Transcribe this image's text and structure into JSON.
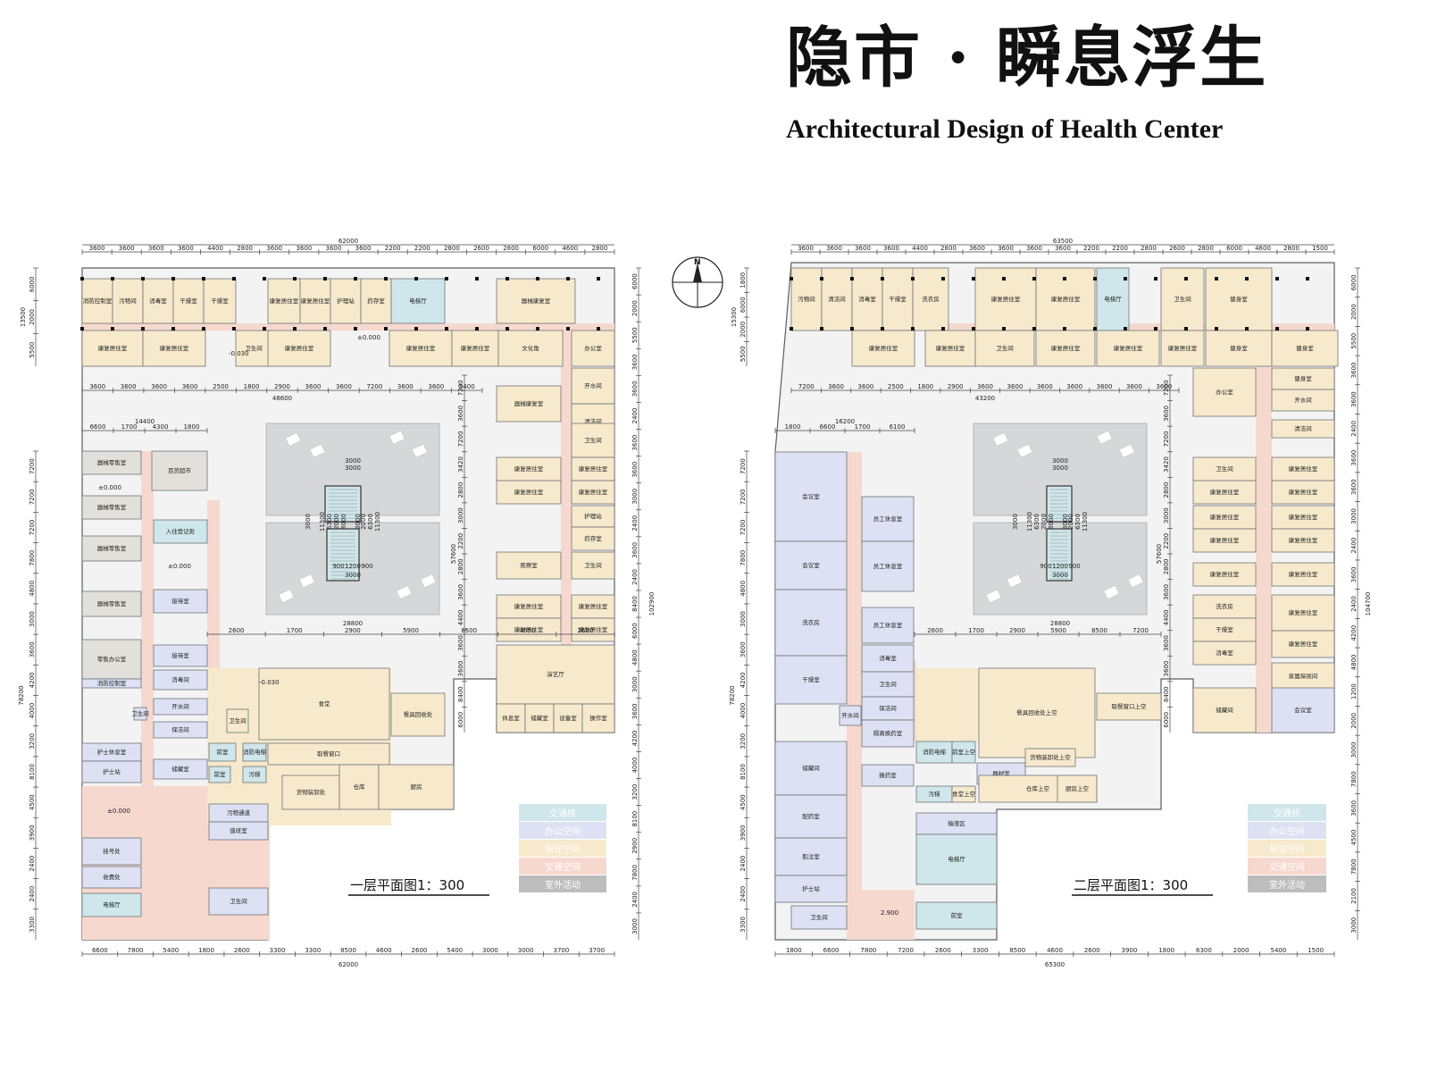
{
  "header": {
    "title_cn": "隐市 · 瞬息浮生",
    "title_en": "Architectural Design of Health Center"
  },
  "north_label": "N",
  "colors": {
    "traffic_core": "#cfe6ea",
    "office": "#dde1f3",
    "residential": "#f7e9cc",
    "circulation": "#f6d8cf",
    "outdoor": "#d9d9d9",
    "retail": "#e2e0db",
    "courtyard": "#d6d7d8"
  },
  "legend": [
    {
      "label": "交通核",
      "color": "#cfe6ea"
    },
    {
      "label": "办公空间",
      "color": "#dde1f3"
    },
    {
      "label": "居住空间",
      "color": "#f7e9cc"
    },
    {
      "label": "交通空间",
      "color": "#f6d8cf"
    },
    {
      "label": "室外活动",
      "color": "#d9d9d9"
    }
  ],
  "plans": [
    {
      "id": "floor1",
      "title": "一层平面图1：300",
      "rooms": [
        {
          "label": "消防控制室",
          "type": "residential"
        },
        {
          "label": "污物间",
          "type": "residential"
        },
        {
          "label": "消毒室",
          "type": "residential"
        },
        {
          "label": "干燥室",
          "type": "residential"
        },
        {
          "label": "干燥室",
          "type": "residential"
        },
        {
          "label": "康复居住室",
          "type": "residential"
        },
        {
          "label": "康复居住室",
          "type": "residential"
        },
        {
          "label": "护理站",
          "type": "residential"
        },
        {
          "label": "药存室",
          "type": "residential"
        },
        {
          "label": "电梯厅",
          "type": "traffic_core"
        },
        {
          "label": "器械康复室",
          "type": "residential"
        },
        {
          "label": "康复居住室",
          "type": "residential"
        },
        {
          "label": "康复居住室",
          "type": "residential"
        },
        {
          "label": "卫生间",
          "type": "residential"
        },
        {
          "label": "康复居住室",
          "type": "residential"
        },
        {
          "label": "康复居住室",
          "type": "residential"
        },
        {
          "label": "康复居住室",
          "type": "residential"
        },
        {
          "label": "文化角",
          "type": "residential"
        },
        {
          "label": "办公室",
          "type": "residential"
        },
        {
          "label": "开水间",
          "type": "residential"
        },
        {
          "label": "器械康复室",
          "type": "residential"
        },
        {
          "label": "清洁间",
          "type": "residential"
        },
        {
          "label": "卫生间",
          "type": "residential"
        },
        {
          "label": "康复居住室",
          "type": "residential"
        },
        {
          "label": "康复居住室",
          "type": "residential"
        },
        {
          "label": "康复居住室",
          "type": "residential"
        },
        {
          "label": "康复居住室",
          "type": "residential"
        },
        {
          "label": "护理站",
          "type": "residential"
        },
        {
          "label": "药存室",
          "type": "residential"
        },
        {
          "label": "观察室",
          "type": "residential"
        },
        {
          "label": "卫生间",
          "type": "residential"
        },
        {
          "label": "康复居住室",
          "type": "residential"
        },
        {
          "label": "康复居住室",
          "type": "residential"
        },
        {
          "label": "康复居住室",
          "type": "residential"
        },
        {
          "label": "康复居住室",
          "type": "residential"
        },
        {
          "label": "演艺厅",
          "type": "residential"
        },
        {
          "label": "休息室",
          "type": "residential"
        },
        {
          "label": "储藏室",
          "type": "residential"
        },
        {
          "label": "设备室",
          "type": "residential"
        },
        {
          "label": "操作室",
          "type": "residential"
        },
        {
          "label": "器械零售室",
          "type": "retail"
        },
        {
          "label": "百货超市",
          "type": "retail"
        },
        {
          "label": "器械零售室",
          "type": "retail"
        },
        {
          "label": "入住登记处",
          "type": "traffic_core"
        },
        {
          "label": "器械零售室",
          "type": "retail"
        },
        {
          "label": "器械零售室",
          "type": "retail"
        },
        {
          "label": "接待室",
          "type": "office"
        },
        {
          "label": "零售办公室",
          "type": "retail"
        },
        {
          "label": "接待室",
          "type": "office"
        },
        {
          "label": "消防控制室",
          "type": "office"
        },
        {
          "label": "消毒间",
          "type": "office"
        },
        {
          "label": "开水间",
          "type": "office"
        },
        {
          "label": "卫生间",
          "type": "office"
        },
        {
          "label": "保洁间",
          "type": "office"
        },
        {
          "label": "护士休息室",
          "type": "office"
        },
        {
          "label": "护士站",
          "type": "office"
        },
        {
          "label": "储藏室",
          "type": "office"
        },
        {
          "label": "挂号处",
          "type": "office"
        },
        {
          "label": "收费处",
          "type": "office"
        },
        {
          "label": "电梯厅",
          "type": "traffic_core"
        },
        {
          "label": "食堂",
          "type": "residential"
        },
        {
          "label": "卫生间",
          "type": "residential"
        },
        {
          "label": "前室",
          "type": "traffic_core"
        },
        {
          "label": "消防电梯",
          "type": "traffic_core"
        },
        {
          "label": "前室",
          "type": "traffic_core"
        },
        {
          "label": "污梯",
          "type": "traffic_core"
        },
        {
          "label": "取餐窗口",
          "type": "residential"
        },
        {
          "label": "餐具回收处",
          "type": "residential"
        },
        {
          "label": "货物装卸处",
          "type": "residential"
        },
        {
          "label": "仓库",
          "type": "residential"
        },
        {
          "label": "厨房",
          "type": "residential"
        },
        {
          "label": "污物通道",
          "type": "office"
        },
        {
          "label": "值班室",
          "type": "office"
        },
        {
          "label": "卫生间",
          "type": "office"
        }
      ],
      "elevations": [
        "±0.000",
        "-0.030",
        "±0.000",
        "-0.030",
        "±0.000",
        "±0.000"
      ],
      "dims_top": [
        "62000",
        "3600",
        "3600",
        "3600",
        "3600",
        "4400",
        "2800",
        "3600",
        "3600",
        "3600",
        "3600",
        "2200",
        "2200",
        "2800",
        "2600",
        "2800",
        "6000",
        "4600",
        "2800"
      ],
      "dims_mid": [
        "3600",
        "3600",
        "3600",
        "3600",
        "2500",
        "1800",
        "2900",
        "3600",
        "3600",
        "7200",
        "3600",
        "3600",
        "5400",
        "48600"
      ],
      "dims_west": [
        "14400",
        "6600",
        "1700",
        "4300",
        "1800"
      ],
      "dims_courtyard": [
        "3000",
        "3000",
        "3000",
        "6300",
        "2000",
        "3000",
        "11300",
        "6300",
        "2000",
        "3000",
        "11300",
        "900",
        "1200",
        "900",
        "3000",
        "28800"
      ],
      "dims_south_mid": [
        "2600",
        "1700",
        "2900",
        "5900",
        "8500",
        "4600",
        "2600"
      ],
      "dims_bottom": [
        "6600",
        "7800",
        "5400",
        "1800",
        "2600",
        "3300",
        "3300",
        "8500",
        "4600",
        "2600",
        "5400",
        "3000",
        "3000",
        "3700",
        "3700",
        "62000"
      ],
      "dims_left": [
        "6000",
        "2000",
        "5500",
        "13500",
        "7200",
        "7200",
        "7200",
        "7800",
        "4800",
        "3000",
        "3600",
        "4200",
        "4000",
        "3200",
        "8100",
        "4500",
        "3900",
        "2400",
        "2400",
        "3300",
        "78200"
      ],
      "dims_right": [
        "6000",
        "2000",
        "5500",
        "3600",
        "3600",
        "2400",
        "3600",
        "3600",
        "3000",
        "2400",
        "3600",
        "2400",
        "8400",
        "6000",
        "4800",
        "3000",
        "3600",
        "4200",
        "4000",
        "3200",
        "8100",
        "2900",
        "7800",
        "2400",
        "3000",
        "102900"
      ],
      "dims_inner": [
        "7200",
        "3600",
        "7200",
        "3420",
        "2800",
        "3000",
        "2200",
        "2800",
        "3600",
        "4400",
        "3600",
        "3600",
        "8400",
        "6000",
        "57600"
      ]
    },
    {
      "id": "floor2",
      "title": "二层平面图1：300",
      "rooms": [
        {
          "label": "污物间",
          "type": "residential"
        },
        {
          "label": "清洁间",
          "type": "residential"
        },
        {
          "label": "消毒室",
          "type": "residential"
        },
        {
          "label": "干燥室",
          "type": "residential"
        },
        {
          "label": "洗衣房",
          "type": "residential"
        },
        {
          "label": "康复居住室",
          "type": "residential"
        },
        {
          "label": "康复居住室",
          "type": "residential"
        },
        {
          "label": "电梯厅",
          "type": "traffic_core"
        },
        {
          "label": "卫生间",
          "type": "residential"
        },
        {
          "label": "健身室",
          "type": "residential"
        },
        {
          "label": "康复居住室",
          "type": "residential"
        },
        {
          "label": "康复居住室",
          "type": "residential"
        },
        {
          "label": "卫生间",
          "type": "residential"
        },
        {
          "label": "康复居住室",
          "type": "residential"
        },
        {
          "label": "康复居住室",
          "type": "residential"
        },
        {
          "label": "康复居住室",
          "type": "residential"
        },
        {
          "label": "健身室",
          "type": "residential"
        },
        {
          "label": "健身室",
          "type": "residential"
        },
        {
          "label": "办公室",
          "type": "residential"
        },
        {
          "label": "健身室",
          "type": "residential"
        },
        {
          "label": "开水间",
          "type": "residential"
        },
        {
          "label": "清洁间",
          "type": "residential"
        },
        {
          "label": "卫生间",
          "type": "residential"
        },
        {
          "label": "康复居住室",
          "type": "residential"
        },
        {
          "label": "康复居住室",
          "type": "residential"
        },
        {
          "label": "康复居住室",
          "type": "residential"
        },
        {
          "label": "康复居住室",
          "type": "residential"
        },
        {
          "label": "康复居住室",
          "type": "residential"
        },
        {
          "label": "康复居住室",
          "type": "residential"
        },
        {
          "label": "康复居住室",
          "type": "residential"
        },
        {
          "label": "康复居住室",
          "type": "residential"
        },
        {
          "label": "康复居住室",
          "type": "residential"
        },
        {
          "label": "洗衣房",
          "type": "residential"
        },
        {
          "label": "康复居住室",
          "type": "residential"
        },
        {
          "label": "干燥室",
          "type": "residential"
        },
        {
          "label": "康复居住室",
          "type": "residential"
        },
        {
          "label": "消毒室",
          "type": "residential"
        },
        {
          "label": "家属探视间",
          "type": "residential"
        },
        {
          "label": "储藏间",
          "type": "residential"
        },
        {
          "label": "会议室",
          "type": "office"
        },
        {
          "label": "会议室",
          "type": "office"
        },
        {
          "label": "员工休息室",
          "type": "office"
        },
        {
          "label": "会议室",
          "type": "office"
        },
        {
          "label": "员工休息室",
          "type": "office"
        },
        {
          "label": "洗衣房",
          "type": "office"
        },
        {
          "label": "员工休息室",
          "type": "office"
        },
        {
          "label": "干燥室",
          "type": "office"
        },
        {
          "label": "消毒室",
          "type": "office"
        },
        {
          "label": "卫生间",
          "type": "office"
        },
        {
          "label": "开水间",
          "type": "office"
        },
        {
          "label": "保洁间",
          "type": "office"
        },
        {
          "label": "隔离换药室",
          "type": "office"
        },
        {
          "label": "储藏间",
          "type": "office"
        },
        {
          "label": "换药室",
          "type": "office"
        },
        {
          "label": "配药室",
          "type": "office"
        },
        {
          "label": "肌注室",
          "type": "office"
        },
        {
          "label": "护士站",
          "type": "office"
        },
        {
          "label": "输液区",
          "type": "office"
        },
        {
          "label": "电梯厅",
          "type": "traffic_core"
        },
        {
          "label": "卫生间",
          "type": "office"
        },
        {
          "label": "前室",
          "type": "traffic_core"
        },
        {
          "label": "消防电梯",
          "type": "traffic_core"
        },
        {
          "label": "前室上空",
          "type": "traffic_core"
        },
        {
          "label": "器材室",
          "type": "office"
        },
        {
          "label": "污梯",
          "type": "traffic_core"
        },
        {
          "label": "食堂上空",
          "type": "residential"
        },
        {
          "label": "餐具回收处上空",
          "type": "residential"
        },
        {
          "label": "取餐窗口上空",
          "type": "residential"
        },
        {
          "label": "货物装卸处上空",
          "type": "residential"
        },
        {
          "label": "仓库上空",
          "type": "residential"
        },
        {
          "label": "厨房上空",
          "type": "residential"
        }
      ],
      "elevations": [
        "2.900"
      ],
      "dims_top": [
        "63500",
        "3600",
        "3600",
        "3600",
        "3600",
        "4400",
        "2800",
        "3600",
        "3600",
        "3600",
        "3600",
        "2200",
        "2200",
        "2800",
        "2600",
        "2800",
        "6000",
        "4600",
        "2800",
        "1500"
      ],
      "dims_mid": [
        "7200",
        "3600",
        "3600",
        "2500",
        "1800",
        "2900",
        "3600",
        "3600",
        "3600",
        "3600",
        "3600",
        "3600",
        "3600",
        "43200"
      ],
      "dims_west": [
        "16200",
        "1800",
        "6600",
        "1700",
        "6100"
      ],
      "dims_courtyard": [
        "3000",
        "3000",
        "3000",
        "6300",
        "2000",
        "3000",
        "11300",
        "6300",
        "2000",
        "3000",
        "11300",
        "900",
        "1200",
        "900",
        "3000",
        "28800"
      ],
      "dims_south_mid": [
        "2600",
        "1700",
        "2900",
        "5900",
        "8500",
        "7200"
      ],
      "dims_bottom": [
        "1800",
        "6600",
        "7800",
        "7200",
        "2600",
        "3300",
        "8500",
        "4600",
        "2600",
        "3900",
        "1800",
        "6300",
        "2000",
        "5400",
        "1500",
        "65300"
      ],
      "dims_left": [
        "1800",
        "6000",
        "2000",
        "5500",
        "15300",
        "7200",
        "7200",
        "7200",
        "7800",
        "4800",
        "3000",
        "3600",
        "4200",
        "4000",
        "3200",
        "8100",
        "4500",
        "3900",
        "2400",
        "2400",
        "3300",
        "78200"
      ],
      "dims_right": [
        "6000",
        "2000",
        "5500",
        "3600",
        "3600",
        "2400",
        "3600",
        "3600",
        "3000",
        "2400",
        "3600",
        "2400",
        "4200",
        "4800",
        "1200",
        "2000",
        "3000",
        "7800",
        "3600",
        "4500",
        "7800",
        "2100",
        "3000",
        "104700"
      ],
      "dims_inner": [
        "7200",
        "3600",
        "7200",
        "3420",
        "2800",
        "3000",
        "2200",
        "2800",
        "3600",
        "4400",
        "3600",
        "3600",
        "8400",
        "6000",
        "57600"
      ]
    }
  ]
}
